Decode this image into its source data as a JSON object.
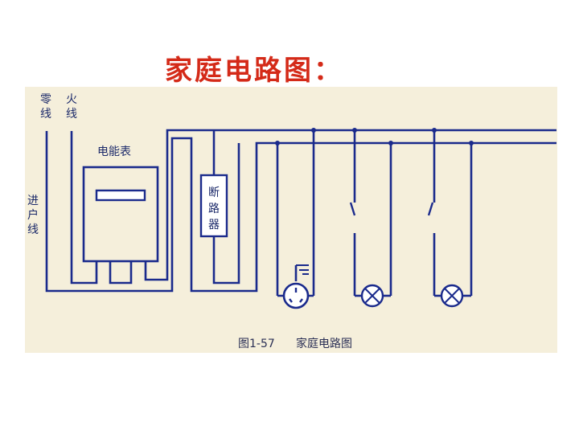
{
  "title": "家庭电路图：",
  "diagram": {
    "labels": {
      "neutral_line": [
        "零",
        "线"
      ],
      "live_line": [
        "火",
        "线"
      ],
      "incoming_line": [
        "进",
        "户",
        "线"
      ],
      "meter": "电能表",
      "breaker": [
        "断",
        "路",
        "器"
      ]
    },
    "caption": {
      "figure_number": "图1-57",
      "figure_title": "家庭电路图"
    },
    "colors": {
      "wire": "#1a2a8c",
      "background": "#f5efdb",
      "title": "#d42a18"
    },
    "components": {
      "socket": "three-pin-socket-icon",
      "lamp": "lamp-icon",
      "switch": "switch-icon",
      "ground": "ground-icon"
    }
  }
}
